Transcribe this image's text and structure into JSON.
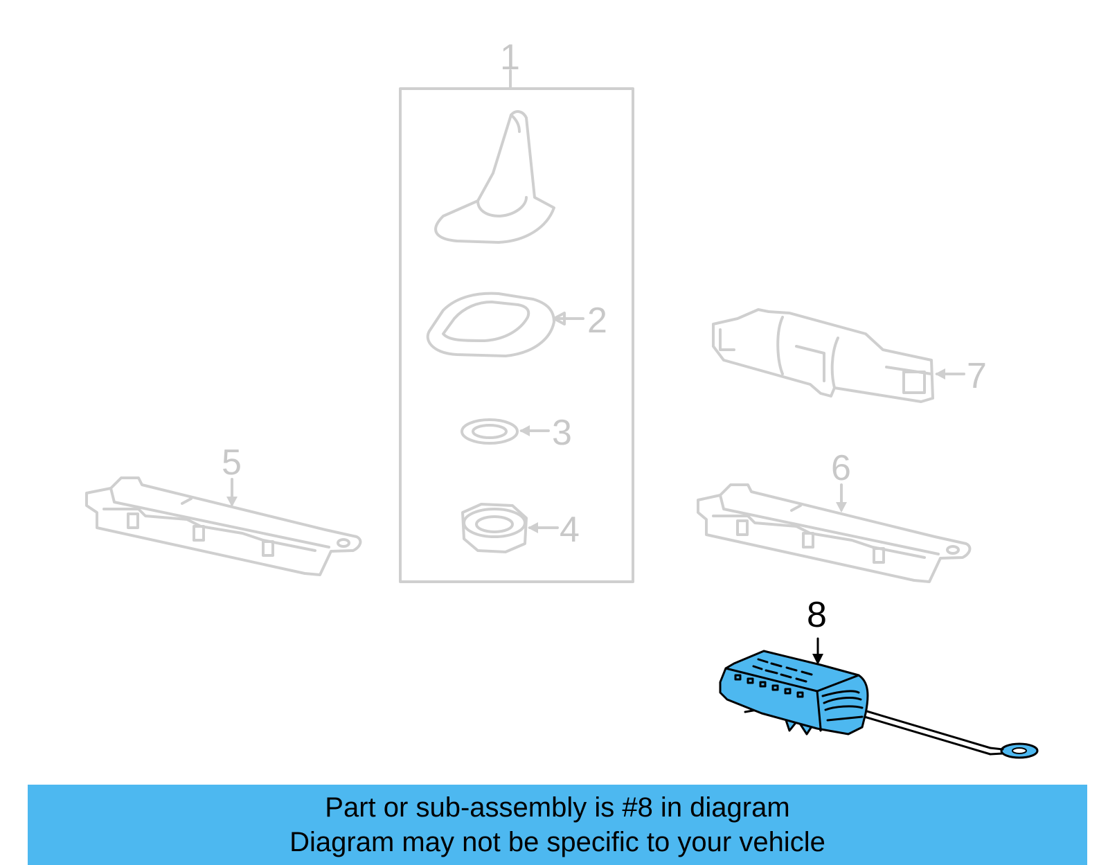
{
  "callouts": {
    "c1": "1",
    "c2": "2",
    "c3": "3",
    "c4": "4",
    "c5": "5",
    "c6": "6",
    "c7": "7",
    "c8": "8"
  },
  "highlighted_part": "8",
  "colors": {
    "highlight": "#4db8f0",
    "ghost_lines": "#cfcfcf",
    "active_label": "#000000"
  },
  "banner": {
    "line1": "Part or sub-assembly is #8 in diagram",
    "line2": "Diagram may not be specific to your vehicle"
  }
}
